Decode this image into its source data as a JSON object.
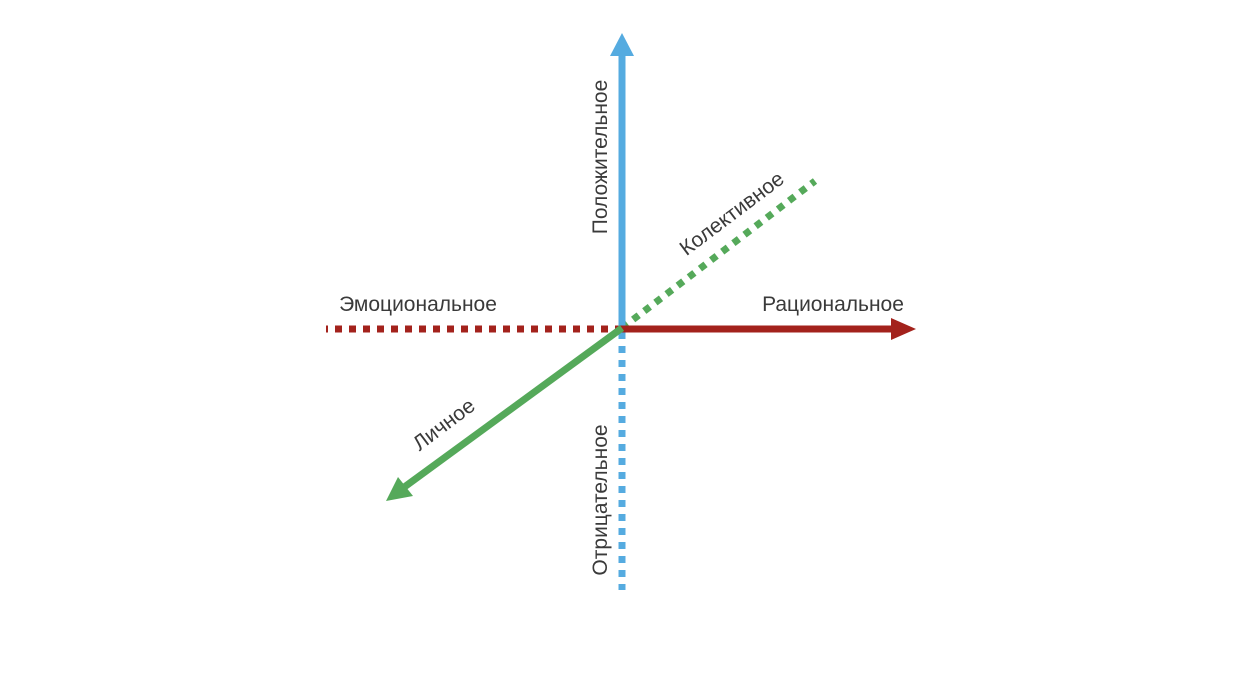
{
  "colors": {
    "blue": "#55abe0",
    "red": "#a3221c",
    "green": "#55a95a",
    "text": "#3a3a3a",
    "background": "#ffffff"
  },
  "axes": {
    "positive": {
      "label": "Положительное",
      "style": "solid arrow"
    },
    "negative": {
      "label": "Отрицательное",
      "style": "dotted"
    },
    "emotional": {
      "label": "Эмоциональное",
      "style": "dotted"
    },
    "rational": {
      "label": "Рациональное",
      "style": "solid arrow"
    },
    "collective": {
      "label": "Колективное",
      "style": "dotted"
    },
    "personal": {
      "label": "Личное",
      "style": "solid arrow"
    }
  }
}
